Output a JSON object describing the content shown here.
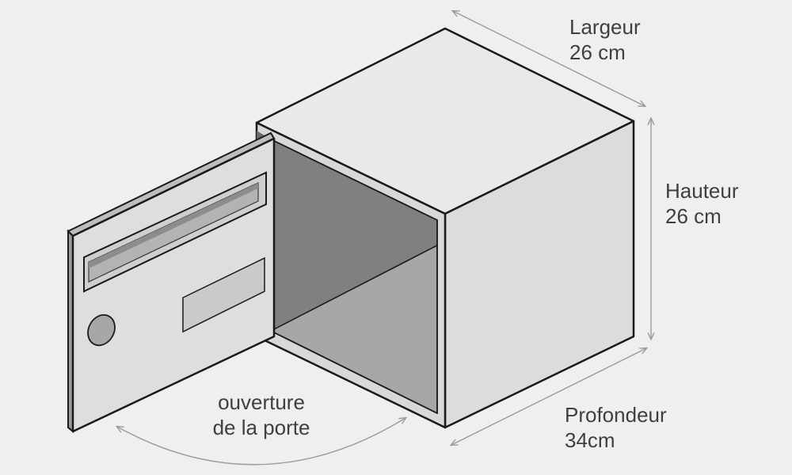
{
  "dimensions": {
    "width": {
      "label": "Largeur",
      "value": "26 cm"
    },
    "height": {
      "label": "Hauteur",
      "value": "26 cm"
    },
    "depth": {
      "label": "Profondeur",
      "value": "34cm"
    },
    "door": {
      "line1": "ouverture",
      "line2": "de la porte"
    }
  },
  "colors": {
    "background": "#eeeff0",
    "outline": "#1a1a1a",
    "box_top": "#e9e9e9",
    "box_side": "#dcdcdc",
    "interior_back": "#808080",
    "interior_floor": "#a7a7a7",
    "interior_left": "#6b6b6b",
    "door_face": "#dedede",
    "dimension_arrow": "#9a9a9a",
    "text": "#3f3f3f"
  }
}
